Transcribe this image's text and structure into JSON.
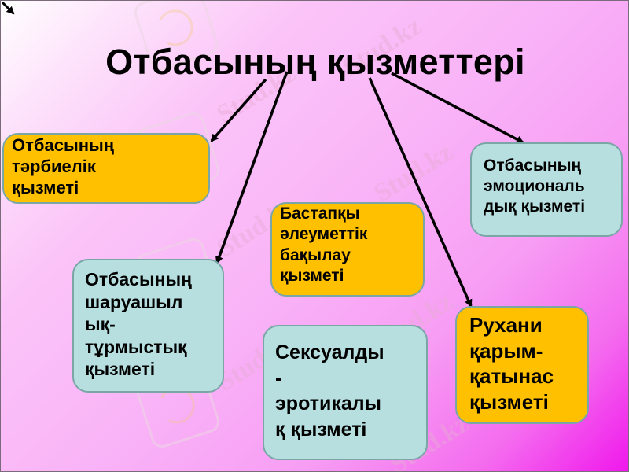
{
  "slide": {
    "title": "Отбасының қызметтері",
    "colors": {
      "background_start": "#ffffff",
      "background_mid": "#f9b4f7",
      "background_end": "#f018ec",
      "box_yellow": "#ffc000",
      "box_teal": "#b7dfe0",
      "box_border": "#7aa6a6",
      "arrow": "#000000"
    },
    "watermark": "Stud.kz",
    "boxes": [
      {
        "id": "tarbielik",
        "text": "Отбасының\nтәрбиелік\nқызметі",
        "color": "yellow"
      },
      {
        "id": "emotsionaldyk",
        "text": "Отбасының\nэмоциональ\nдық қызметі",
        "color": "teal"
      },
      {
        "id": "bastapky",
        "text": "Бастапқы\nәлеуметтік\nбақылау\nқызметі",
        "color": "yellow"
      },
      {
        "id": "sharuashylyk",
        "text": "Отбасының\nшаруашыл\nық-\nтұрмыстық\nқызметі",
        "color": "teal"
      },
      {
        "id": "seksualdy",
        "text": "Сексуалды\n-\nэротикалы\nқ қызметі",
        "color": "teal"
      },
      {
        "id": "rukhani",
        "text": "Рухани\nқарым-\nқатынас\nқызметі",
        "color": "yellow"
      }
    ]
  }
}
